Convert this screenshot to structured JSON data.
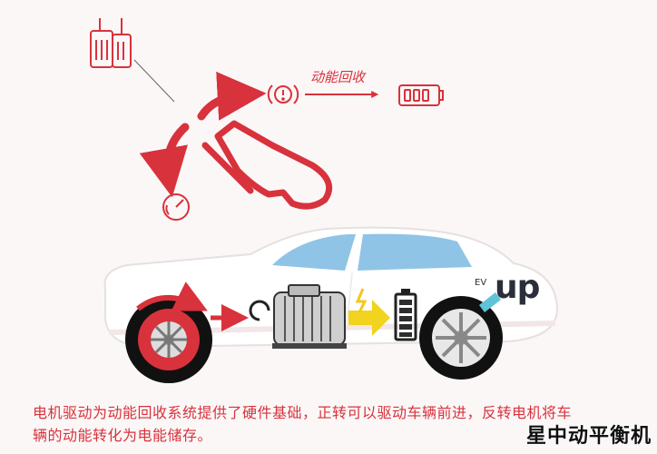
{
  "diagram": {
    "regen_label": "动能回收",
    "badge_ev": "EV",
    "badge_up": "up",
    "caption_line1": "电机驱动为动能回收系统提供了硬件基础，正转可以驱动车辆前进，反转电机将车",
    "caption_line2": "辆的动能转化为电能储存。",
    "watermark": "星中动平衡机"
  },
  "colors": {
    "accent": "#d8323c",
    "car_body": "#ffffff",
    "window": "#8fc4e6",
    "charge_arrow": "#f2d31e",
    "battery_fill": "#2d2d2d"
  },
  "icons": [
    "pedal-icon",
    "brake-warning-icon",
    "battery-icon",
    "speedometer-icon",
    "foot-icon",
    "motor-icon",
    "wheel-icon"
  ]
}
